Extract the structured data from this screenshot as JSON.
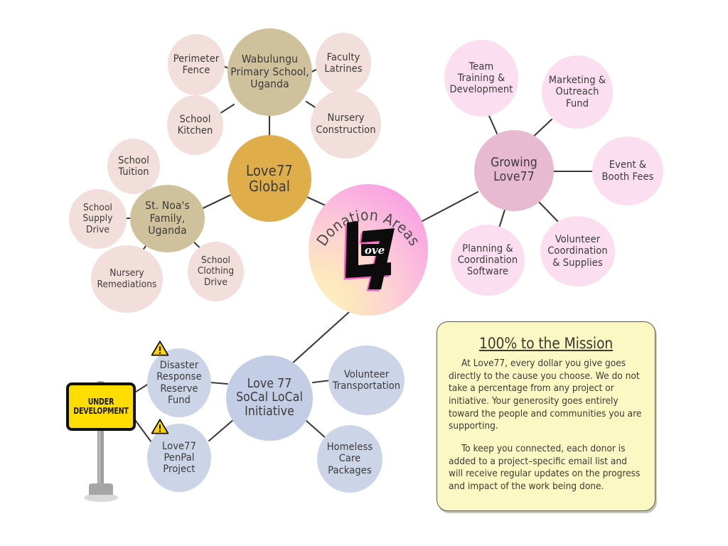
{
  "diagram": {
    "title": "Donation Areas",
    "center": {
      "label": "Donation Areas",
      "logo_main": "L7",
      "logo_inner": "ove"
    },
    "colors": {
      "hub_khaki": "#cec19c",
      "hub_gold": "#dfad4a",
      "hub_mauve": "#e7bad2",
      "hub_blue": "#c3cde5",
      "leaf_warm": "#f2dedb",
      "leaf_pink": "#fbdff0",
      "leaf_blue": "#ccd4e8",
      "edge": "#3b3b3b",
      "sign_yellow": "#ffdd00",
      "mission_yellow": "#fbf8c4",
      "text": "#3b3a38"
    },
    "branches": {
      "global": {
        "label": "Love77\nGlobal",
        "children": [
          {
            "label": "Wabulungu\nPrimary School,\nUganda",
            "children": [
              {
                "label": "Perimeter\nFence"
              },
              {
                "label": "Faculty\nLatrines"
              },
              {
                "label": "School\nKitchen"
              },
              {
                "label": "Nursery\nConstruction"
              }
            ]
          },
          {
            "label": "St. Noa's\nFamily,\nUganda",
            "children": [
              {
                "label": "School\nTuition"
              },
              {
                "label": "School\nSupply\nDrive"
              },
              {
                "label": "Nursery\nRemediations"
              },
              {
                "label": "School\nClothing\nDrive"
              }
            ]
          }
        ]
      },
      "growing": {
        "label": "Growing\nLove77",
        "children": [
          {
            "label": "Team\nTraining &\nDevelopment"
          },
          {
            "label": "Marketing &\nOutreach\nFund"
          },
          {
            "label": "Event &\nBooth Fees"
          },
          {
            "label": "Volunteer\nCoordination\n& Supplies"
          },
          {
            "label": "Planning &\nCoordination\nSoftware"
          }
        ]
      },
      "socal": {
        "label": "Love 77\nSoCal LoCal\nInitiative",
        "children": [
          {
            "label": "Disaster\nResponse\nReserve\nFund",
            "status": "under-development"
          },
          {
            "label": "Love77\nPenPal\nProject",
            "status": "under-development"
          },
          {
            "label": "Volunteer\nTransportation"
          },
          {
            "label": "Homeless\nCare\nPackages"
          }
        ]
      }
    }
  },
  "status_sign": {
    "text": "UNDER\nDEVELOPMENT"
  },
  "mission": {
    "title": "100% to the Mission",
    "paragraph1": "At Love77, every dollar you give goes directly to the cause you choose. We do not take a percentage from any project or initiative. Your generosity goes entirely toward the people and communities you are supporting.",
    "paragraph2": "To keep you connected, each donor is added to a project–specific email list and will receive regular updates on the progress and impact of the work being done."
  }
}
